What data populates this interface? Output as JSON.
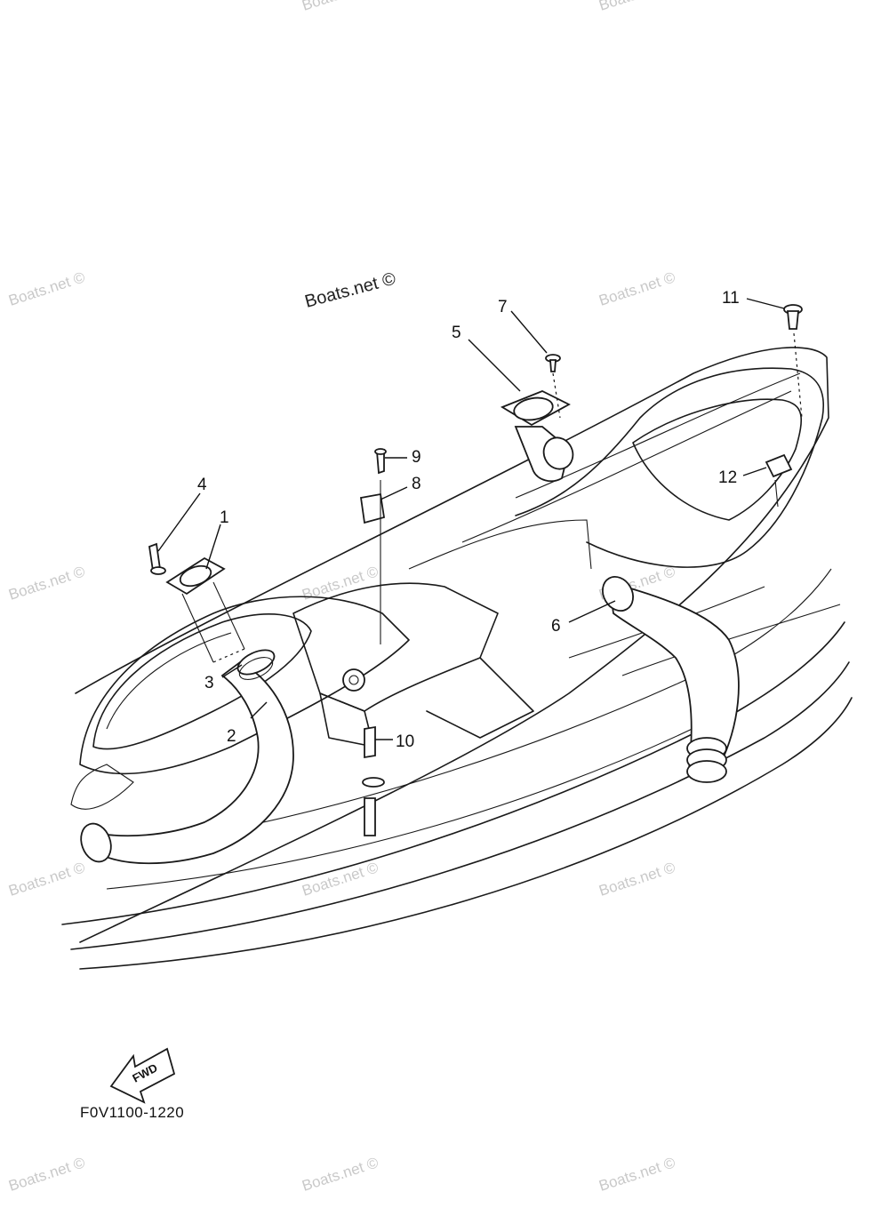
{
  "diagram": {
    "watermark_main": "Boats.net ©",
    "watermark": "Boats.net ©",
    "diagram_code": "F0V1100-1220",
    "fwd_arrow_label": "FWD",
    "part_labels": [
      "1",
      "2",
      "3",
      "4",
      "5",
      "6",
      "7",
      "8",
      "9",
      "10",
      "11",
      "12"
    ]
  },
  "colors": {
    "line": "#1a1a1a",
    "watermark": "#c9c9c9",
    "background": "#ffffff"
  }
}
